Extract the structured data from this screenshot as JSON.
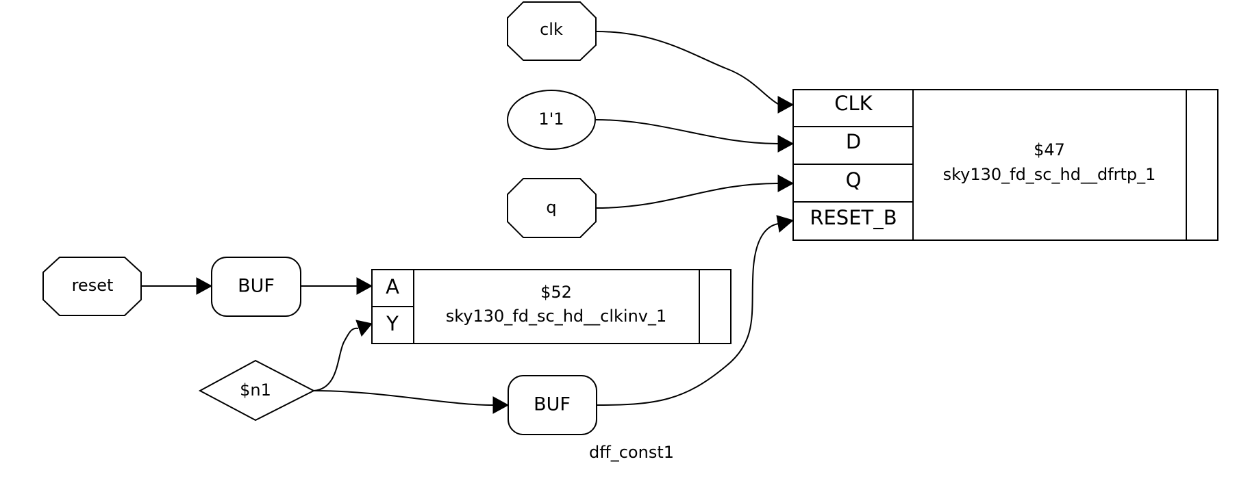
{
  "graph_label": "dff_const1",
  "ports": {
    "clk": "clk",
    "const_one": "1'1",
    "q": "q",
    "reset": "reset",
    "n1": "$n1"
  },
  "buffers": {
    "reset_buf": "BUF",
    "n1_buf": "BUF"
  },
  "cells": {
    "dff": {
      "id": "$47",
      "type": "sky130_fd_sc_hd__dfrtp_1",
      "pins": [
        "CLK",
        "D",
        "Q",
        "RESET_B"
      ]
    },
    "inv": {
      "id": "$52",
      "type": "sky130_fd_sc_hd__clkinv_1",
      "pins": [
        "A",
        "Y"
      ]
    }
  },
  "colors": {
    "stroke": "#000000",
    "background": "#ffffff"
  }
}
